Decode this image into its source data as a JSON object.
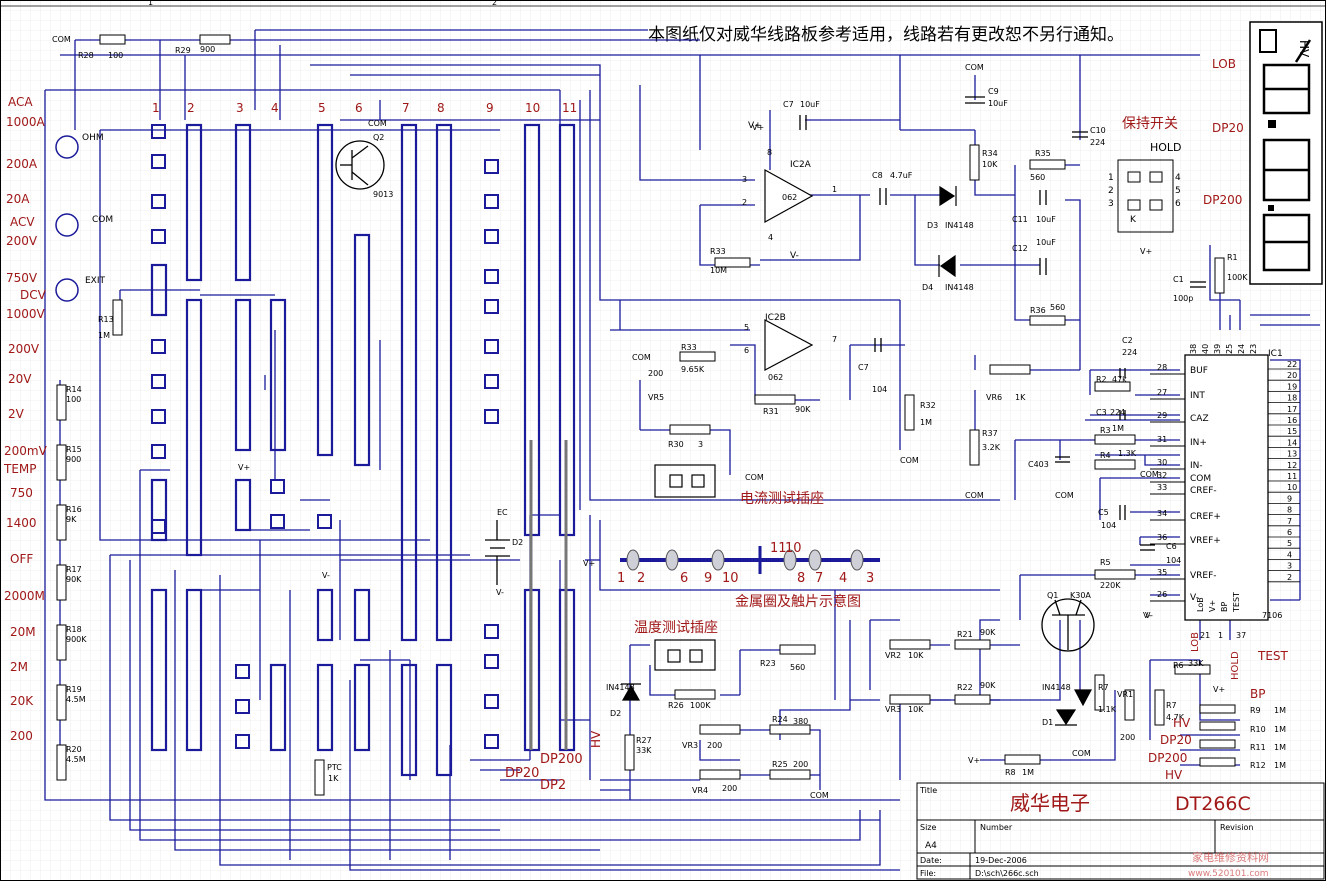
{
  "notice": "本图纸仅对威华线路板参考适用，线路若有更改恕不另行通知。",
  "border_marks": [
    "1",
    "2"
  ],
  "sockets": [
    "OHM",
    "COM",
    "EXIT"
  ],
  "range_labels": [
    "ACA",
    "1000A",
    "200A",
    "20A",
    "ACV",
    "200V",
    "750V",
    "DCV",
    "1000V",
    "200V",
    "20V",
    "2V",
    "200mV",
    "TEMP",
    "750",
    "1400",
    "OFF",
    "2000M",
    "20M",
    "2M",
    "20K",
    "200"
  ],
  "column_numbers": [
    "1",
    "2",
    "3",
    "4",
    "5",
    "6",
    "7",
    "8",
    "9",
    "10",
    "11"
  ],
  "resistor_chain": [
    {
      "ref": "R14",
      "val": "100"
    },
    {
      "ref": "R15",
      "val": "900"
    },
    {
      "ref": "R16",
      "val": "9K"
    },
    {
      "ref": "R17",
      "val": "90K"
    },
    {
      "ref": "R18",
      "val": "900K"
    },
    {
      "ref": "R19",
      "val": "4.5M"
    },
    {
      "ref": "R20",
      "val": "4.5M"
    }
  ],
  "components": {
    "r28": {
      "ref": "R28",
      "val": "100",
      "net": "COM"
    },
    "r29": {
      "ref": "R29",
      "val": "900"
    },
    "r13": {
      "ref": "R13",
      "val": "1M"
    },
    "q2": {
      "ref": "Q2",
      "val": "9013",
      "net": "COM"
    },
    "ic2a": {
      "ref": "IC2A",
      "val": "062",
      "pins": [
        "3",
        "2",
        "1",
        "8",
        "4"
      ],
      "vplus": "V+",
      "vminus": "V-"
    },
    "ic2b": {
      "ref": "IC2B",
      "val": "062",
      "pins": [
        "5",
        "6",
        "7"
      ]
    },
    "c7a": {
      "ref": "C7",
      "val": "10uF"
    },
    "c9": {
      "ref": "C9",
      "val": "10uF",
      "net": "COM"
    },
    "r34": {
      "ref": "R34",
      "val": "10K"
    },
    "c8": {
      "ref": "C8",
      "val": "4.7uF"
    },
    "d3": {
      "ref": "D3",
      "val": "IN4148"
    },
    "d4": {
      "ref": "D4",
      "val": "IN4148"
    },
    "r35": {
      "ref": "R35",
      "val": "560"
    },
    "c11": {
      "ref": "C11",
      "val": "10uF"
    },
    "c12": {
      "ref": "C12",
      "val": "10uF"
    },
    "r36": {
      "ref": "R36",
      "val": "560"
    },
    "c10": {
      "ref": "C10",
      "val": "224"
    },
    "r33a": {
      "ref": "R33",
      "val": "10M"
    },
    "r33b": {
      "ref": "R33",
      "val": "9.65K",
      "net": "COM"
    },
    "vr5": {
      "ref": "VR5",
      "val": "200"
    },
    "r31": {
      "ref": "R31",
      "val": "90K"
    },
    "c7b": {
      "ref": "C7",
      "val": "104"
    },
    "r32": {
      "ref": "R32",
      "val": "1M",
      "net": "COM"
    },
    "r30": {
      "ref": "R30",
      "val": "3",
      "net": "COM"
    },
    "vr6": {
      "ref": "VR6",
      "val": "1K"
    },
    "r37": {
      "ref": "R37",
      "val": "3.2K",
      "net": "COM"
    },
    "c1": {
      "ref": "C1",
      "val": "100p"
    },
    "r1": {
      "ref": "R1",
      "val": "100K"
    },
    "c2": {
      "ref": "C2",
      "val": "224"
    },
    "r2": {
      "ref": "R2",
      "val": "47k"
    },
    "c3": {
      "ref": "C3",
      "val": "224"
    },
    "r3": {
      "ref": "R3",
      "val": "1M"
    },
    "r4": {
      "ref": "R4",
      "val": "1.3K"
    },
    "c403": {
      "ref": "C403",
      "val": "",
      "net": "COM"
    },
    "c5": {
      "ref": "C5",
      "val": "104"
    },
    "c6": {
      "ref": "C6",
      "val": "104"
    },
    "r5": {
      "ref": "R5",
      "val": "220K"
    },
    "q1": {
      "ref": "Q1",
      "val": "K30A"
    },
    "d1": {
      "ref": "D1",
      "val": "IN4148",
      "net": "COM"
    },
    "r7a": {
      "ref": "R7",
      "val": "1.1K"
    },
    "vr1": {
      "ref": "VR1",
      "val": "200"
    },
    "r8": {
      "ref": "R8",
      "val": "1M",
      "vplus": "V+"
    },
    "r6": {
      "ref": "R6",
      "val": "33K"
    },
    "r7b": {
      "ref": "R7",
      "val": "4.7K"
    },
    "r9": {
      "ref": "R9",
      "val": "1M"
    },
    "r10": {
      "ref": "R10",
      "val": "1M"
    },
    "r11": {
      "ref": "R11",
      "val": "1M"
    },
    "r12": {
      "ref": "R12",
      "val": "1M"
    },
    "vr2": {
      "ref": "VR2",
      "val": "10K"
    },
    "vr3a": {
      "ref": "VR3",
      "val": "10K"
    },
    "r21": {
      "ref": "R21",
      "val": "90K"
    },
    "r22": {
      "ref": "R22",
      "val": "90K"
    },
    "r23": {
      "ref": "R23",
      "val": "560"
    },
    "r26": {
      "ref": "R26",
      "val": "100K"
    },
    "d2": {
      "ref": "D2",
      "val": "IN4148"
    },
    "r27": {
      "ref": "R27",
      "val": "33K"
    },
    "vr3b": {
      "ref": "VR3",
      "val": "200"
    },
    "r24": {
      "ref": "R24",
      "val": "380"
    },
    "vr4": {
      "ref": "VR4",
      "val": "200"
    },
    "r25": {
      "ref": "R25",
      "val": "200",
      "net": "COM"
    },
    "ptc": {
      "ref": "PTC",
      "val": "1K"
    },
    "battery": {
      "ref": "D2",
      "val": "EC"
    }
  },
  "labels": {
    "hold_switch_title": "保持开关",
    "hold": "HOLD",
    "hold_pins": [
      "1",
      "2",
      "3",
      "4",
      "5",
      "6"
    ],
    "hold_k": "K",
    "current_socket": "电流测试插座",
    "temp_socket": "温度测试插座",
    "ring_caption": "金属圈及触片示意图",
    "ring_numbers": [
      "1",
      "2",
      "6",
      "9",
      "10",
      "11",
      "10",
      "8",
      "7",
      "4",
      "3"
    ],
    "seg_labels": [
      "LOB",
      "DP20",
      "DP200",
      "HV"
    ],
    "vplus": "V+",
    "vminus": "V-",
    "com": "COM",
    "dp200": "DP200",
    "dp20": "DP20",
    "dp2": "DP2",
    "hv": "HV",
    "bp": "BP",
    "test": "TEST",
    "lob": "LOB"
  },
  "ic1": {
    "ref": "IC1",
    "part": "7106",
    "left_pins": [
      {
        "num": "28",
        "name": "BUF"
      },
      {
        "num": "27",
        "name": "INT"
      },
      {
        "num": "29",
        "name": "CAZ"
      },
      {
        "num": "31",
        "name": "IN+"
      },
      {
        "num": "30",
        "name": "IN-"
      },
      {
        "num": "32",
        "name": "COM"
      },
      {
        "num": "33",
        "name": "CREF-"
      },
      {
        "num": "34",
        "name": "CREF+"
      },
      {
        "num": "36",
        "name": "VREF+"
      },
      {
        "num": "35",
        "name": "VREF-"
      },
      {
        "num": "26",
        "name": "V-"
      }
    ],
    "top_pins": [
      "38",
      "40",
      "39",
      "25",
      "24",
      "23"
    ],
    "right_pins": [
      "22",
      "20",
      "19",
      "18",
      "17",
      "16",
      "15",
      "14",
      "13",
      "12",
      "11",
      "10",
      "9",
      "8",
      "7",
      "6",
      "5",
      "4",
      "3",
      "2"
    ],
    "bottom_pins": [
      "21",
      "1",
      "37"
    ],
    "bottom_labels": [
      "LoB",
      "V+",
      "BP",
      "TEST"
    ]
  },
  "title_block": {
    "title_label": "Title",
    "title": "威华电子",
    "model": "DT266C",
    "size_label": "Size",
    "size": "A4",
    "number_label": "Number",
    "revision_label": "Revision",
    "date_label": "Date:",
    "date": "19-Dec-2006",
    "file_label": "File:",
    "file": "D:\\sch\\266c.sch"
  },
  "watermark": "家电维修资料网",
  "watermark_url": "www.520101.com",
  "colors": {
    "wire": "#1a1a9a",
    "label": "#a01818",
    "component": "#000000",
    "grid": "#e3e3e3",
    "page": "#ffffff"
  }
}
